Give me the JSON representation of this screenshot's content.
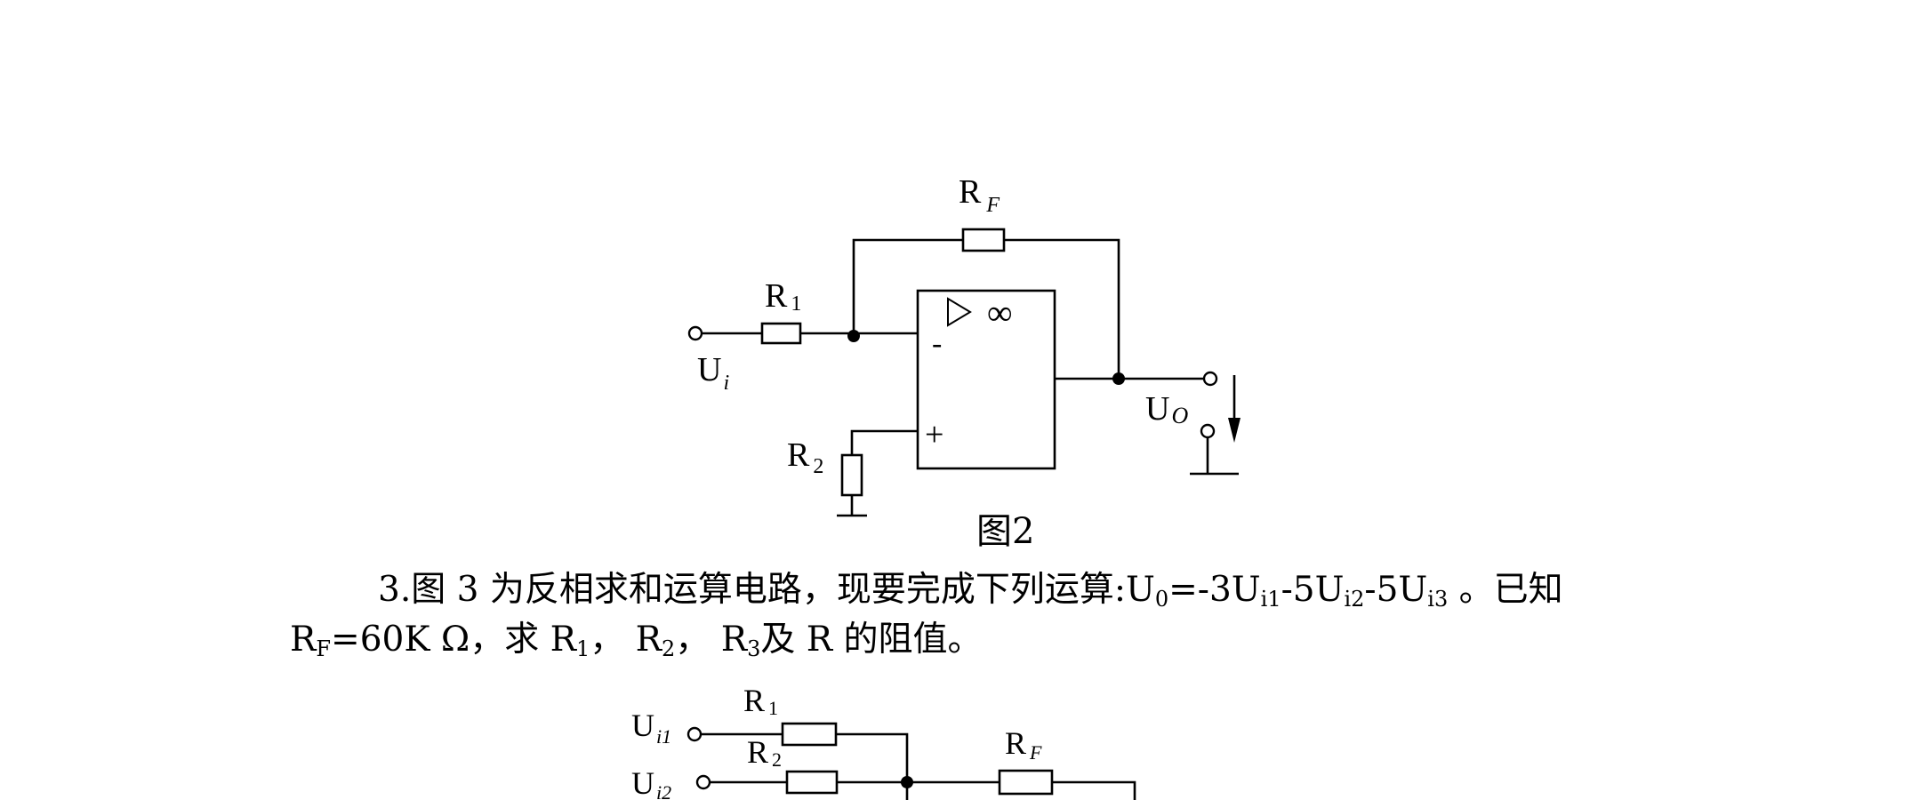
{
  "figure2": {
    "labels": {
      "rf": "R",
      "rf_sub": "F",
      "r1": "R",
      "r1_sub": "1",
      "r2": "R",
      "r2_sub": "2",
      "ui": "U",
      "ui_sub": "i",
      "uo": "U",
      "uo_sub": "O",
      "minus": "-",
      "plus": "+",
      "infinity": "∞"
    },
    "caption": "图2"
  },
  "problem3": {
    "line1_text": "3.图 3 为反相求和运算电路，现要完成下列运算:U",
    "line1_eq_sub0": "0",
    "line1_eq_mid1": "=-3U",
    "line1_eq_sub1": "i1",
    "line1_eq_mid2": "-5U",
    "line1_eq_sub2": "i2",
    "line1_eq_mid3": "-5U",
    "line1_eq_sub3": "i3",
    "line1_tail": " 。已知",
    "line2_r": "R",
    "line2_rf_sub": "F",
    "line2_a": "=60K Ω，求 R",
    "line2_sub1": "1",
    "line2_b": "， R",
    "line2_sub2": "2",
    "line2_c": "， R",
    "line2_sub3": "3",
    "line2_d": "及 R 的阻值。"
  },
  "figure3": {
    "labels": {
      "ui1": "U",
      "ui1_sub": "i1",
      "ui2": "U",
      "ui2_sub": "i2",
      "r1": "R",
      "r1_sub": "1",
      "r2": "R",
      "r2_sub": "2",
      "rf": "R",
      "rf_sub": "F"
    }
  }
}
